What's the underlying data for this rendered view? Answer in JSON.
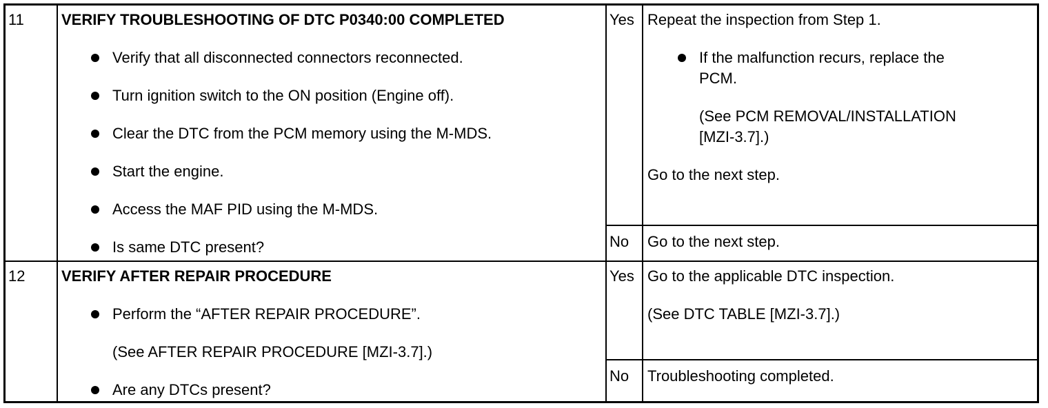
{
  "table": {
    "rows": [
      {
        "step": "11",
        "title": "VERIFY TROUBLESHOOTING OF DTC P0340:00 COMPLETED",
        "actions": [
          "Verify that all disconnected connectors reconnected.",
          "Turn ignition switch to the ON position (Engine off).",
          "Clear the DTC from the PCM memory using the M-MDS.",
          "Start the engine.",
          "Access the MAF PID using the M-MDS.",
          "Is same DTC present?"
        ],
        "yes_label": "Yes",
        "yes_lines": {
          "repeat": "Repeat the inspection from Step 1.",
          "bullet_line1": "If the malfunction recurs, replace the",
          "bullet_line2": "PCM.",
          "see_line1": "(See PCM REMOVAL/INSTALLATION",
          "see_line2": "[MZI-3.7].)",
          "next": "Go to the next step."
        },
        "no_label": "No",
        "no_text": "Go to the next step."
      },
      {
        "step": "12",
        "title": "VERIFY AFTER REPAIR PROCEDURE",
        "actions": [
          "Perform the “AFTER REPAIR PROCEDURE”.",
          "(See AFTER REPAIR PROCEDURE [MZI-3.7].)",
          "Are any DTCs present?"
        ],
        "yes_label": "Yes",
        "yes_lines": {
          "line1": "Go to the applicable DTC inspection.",
          "line2": "(See DTC TABLE [MZI-3.7].)"
        },
        "no_label": "No",
        "no_text": "Troubleshooting completed."
      }
    ]
  }
}
